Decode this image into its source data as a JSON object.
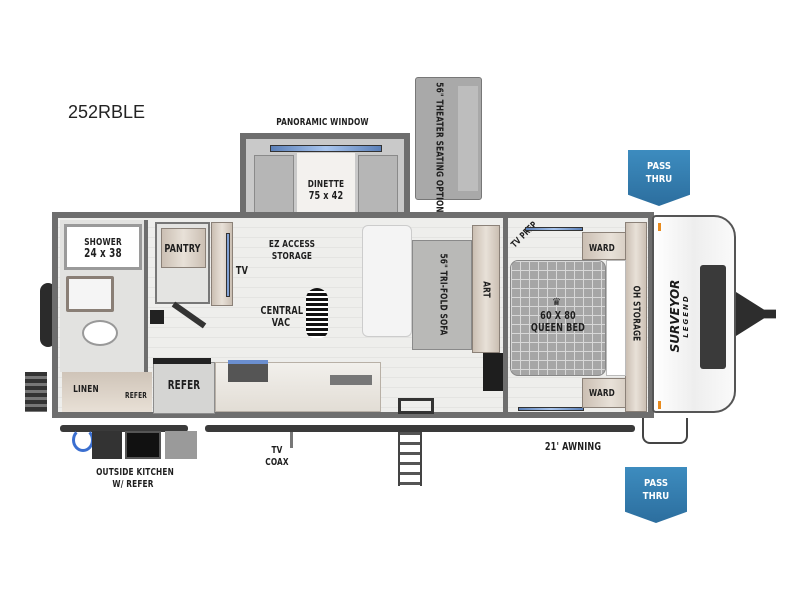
{
  "model": "252RBLE",
  "brand_logo": {
    "line1": "SURVEYOR",
    "line2": "LEGEND"
  },
  "labels": {
    "panoramic_window": "PANORAMIC WINDOW",
    "theater_seating": "56\" THEATER SEATING OPTION",
    "dinette_line1": "DINETTE",
    "dinette_line2": "75 x 42",
    "ez_access_line1": "EZ ACCESS",
    "ez_access_line2": "STORAGE",
    "shower_line1": "SHOWER",
    "shower_line2": "24 x 38",
    "pantry": "PANTRY",
    "tv": "TV",
    "central_vac_line1": "CENTRAL",
    "central_vac_line2": "VAC",
    "linen": "LINEN",
    "refer_small": "REFER",
    "refer": "REFER",
    "sofa": "56\" TRI-FOLD SOFA",
    "art": "ART",
    "tv_prep": "TV PREP",
    "ward_top": "WARD",
    "ward_bottom": "WARD",
    "bed_line1": "60 X 80",
    "bed_line2": "QUEEN BED",
    "oh_storage": "OH STORAGE",
    "awning": "21' AWNING",
    "tv_coax_line1": "TV",
    "tv_coax_line2": "COAX",
    "outside_kitchen_line1": "OUTSIDE KITCHEN",
    "outside_kitchen_line2": "W/ REFER"
  },
  "pass_thru_top": {
    "line1": "PASS",
    "line2": "THRU"
  },
  "pass_thru_bottom": {
    "line1": "PASS",
    "line2": "THRU"
  },
  "colors": {
    "pass_thru": "#2f79a8",
    "wall": "#6e6e6e",
    "floor": "#eeeeec"
  }
}
